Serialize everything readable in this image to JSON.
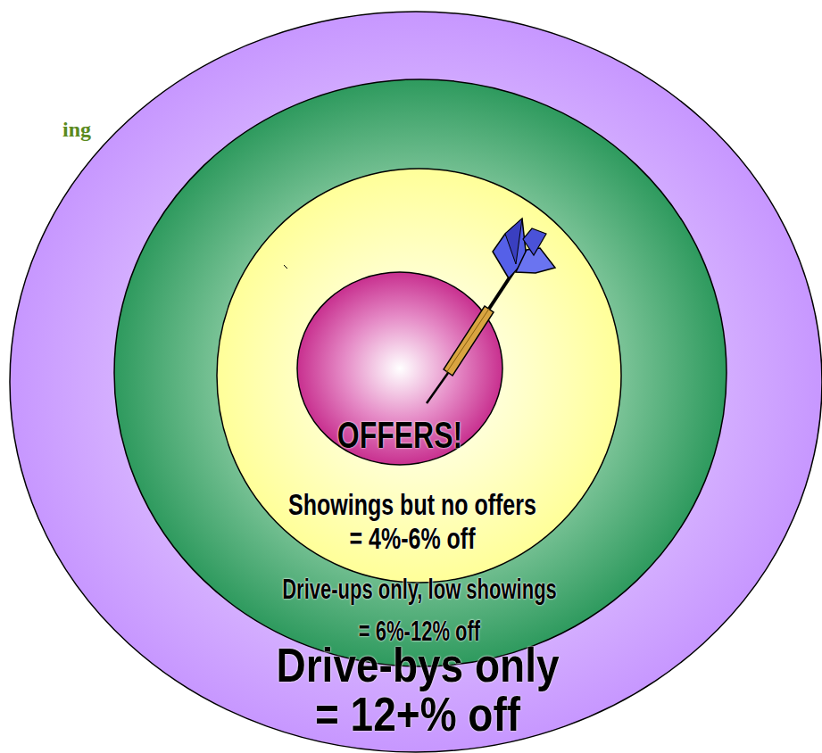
{
  "diagram": {
    "title": "ing",
    "nodes": [
      {
        "text": [
          "Drive-bys only = 12+% off"
        ]
      },
      {
        "text": [
          "Drive-ups only, low showings = 6%-12% off"
        ],
        "in": 0
      },
      {
        "text": [
          "Showings but no offers = 4%-6% off"
        ],
        "in": 1
      },
      {
        "text": [
          "OFFERS!"
        ],
        "in": 2
      }
    ]
  }
}
